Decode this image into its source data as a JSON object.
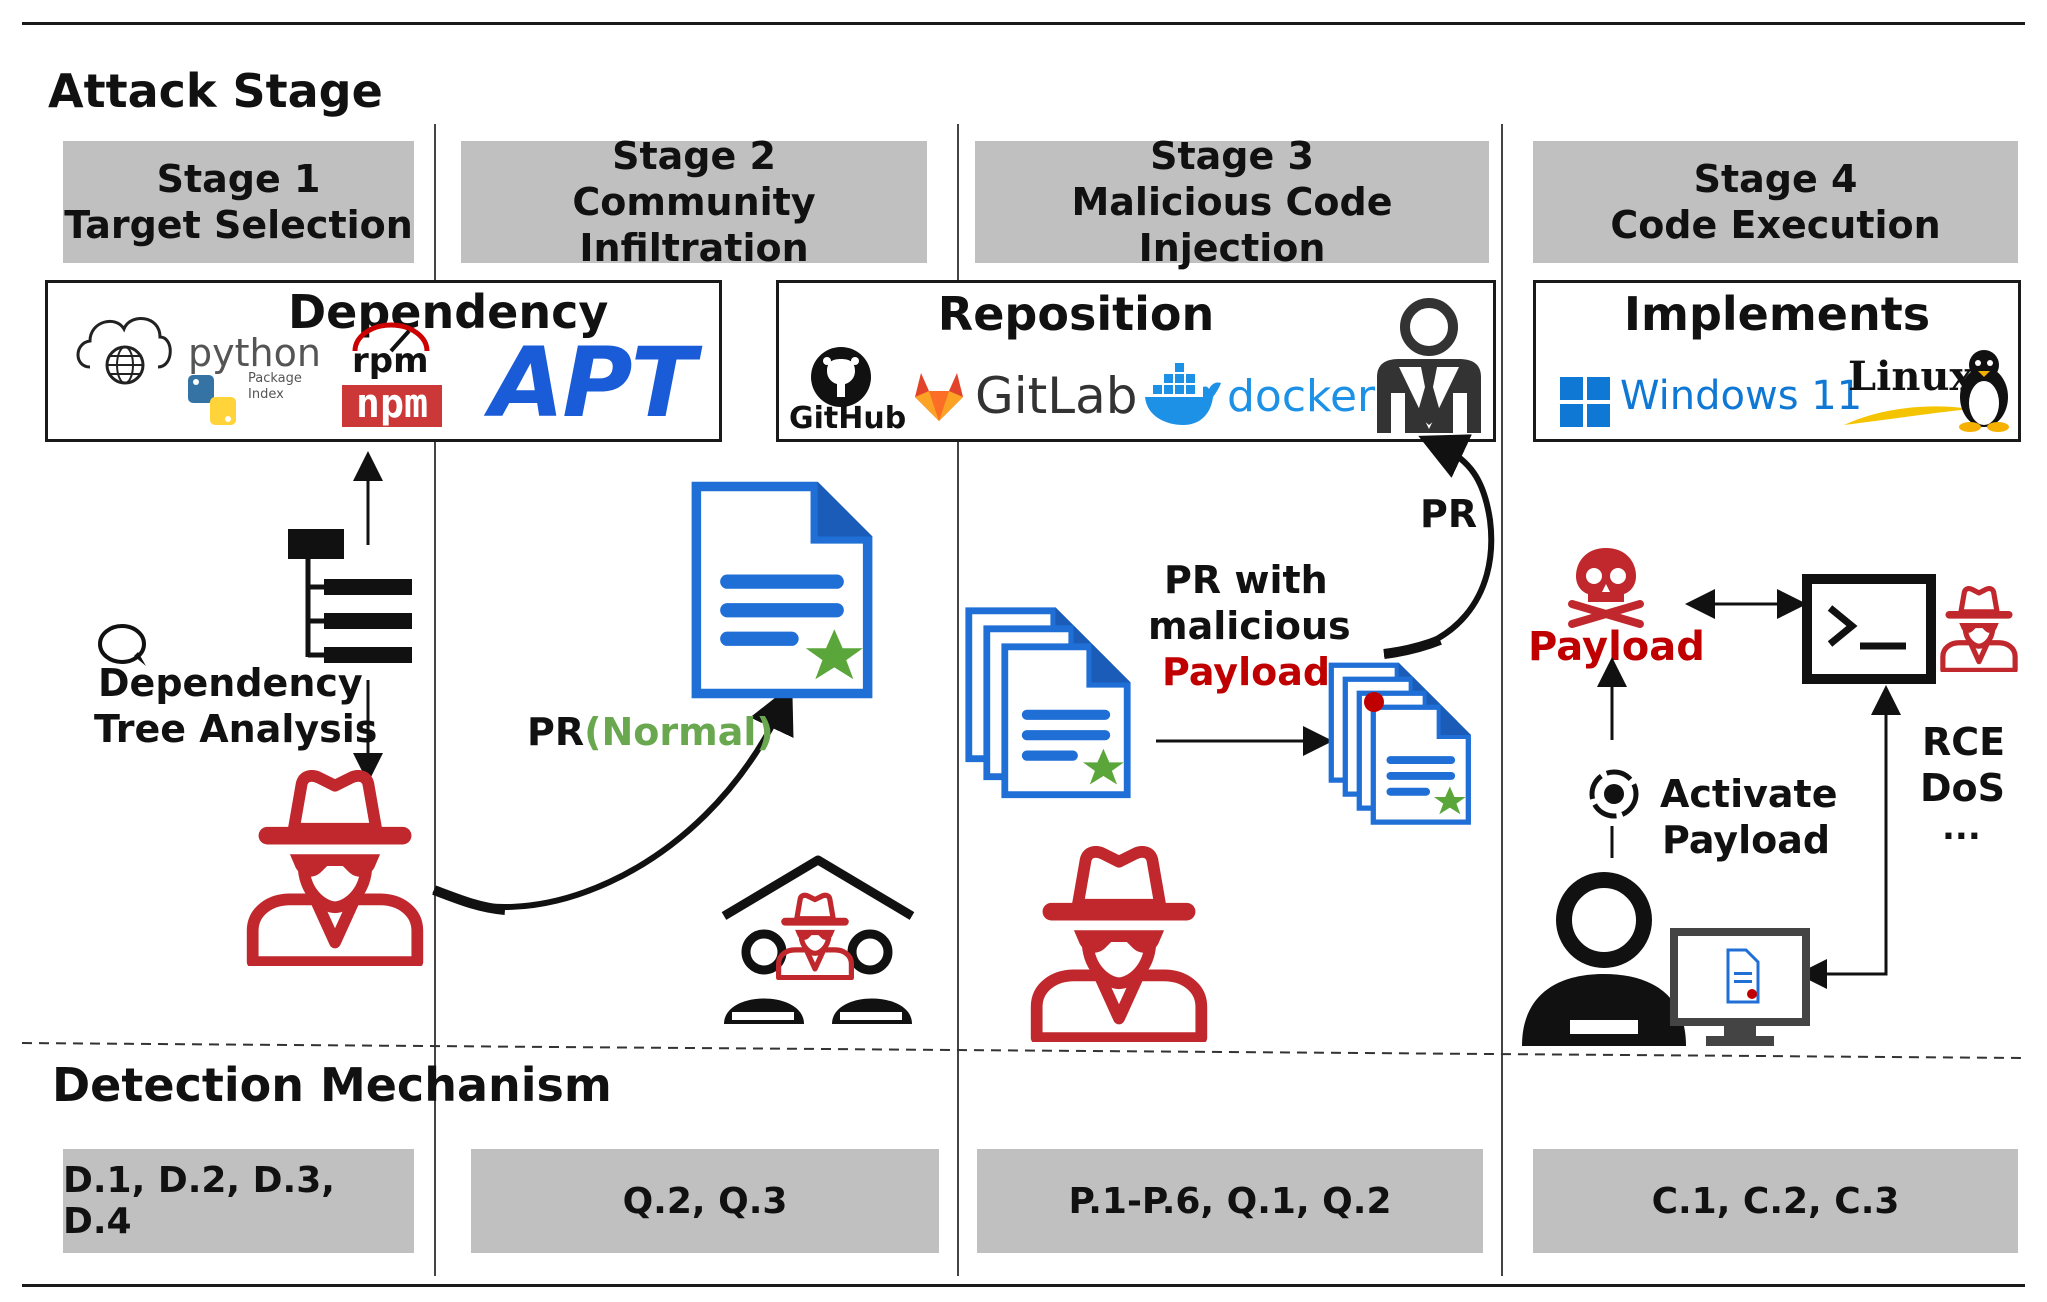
{
  "sections": {
    "attack": "Attack Stage",
    "detection": "Detection Mechanism"
  },
  "stages": [
    {
      "num": "Stage 1",
      "name": "Target Selection"
    },
    {
      "num": "Stage 2",
      "name": "Community Infiltration"
    },
    {
      "num": "Stage 3",
      "name": "Malicious Code Injection"
    },
    {
      "num": "Stage 4",
      "name": "Code Execution"
    }
  ],
  "categories": {
    "dependency": {
      "title": "Dependency",
      "python": "python",
      "python_sub1": "Package",
      "python_sub2": "Index",
      "rpm": "rpm",
      "npm": "npm",
      "apt": "APT"
    },
    "reposition": {
      "title": "Reposition",
      "github": "GitHub",
      "gitlab": "GitLab",
      "docker": "docker"
    },
    "implements": {
      "title": "Implements",
      "windows": "Windows 11",
      "linux": "Linux"
    }
  },
  "labels": {
    "dep_tree_1": "Dependency",
    "dep_tree_2": "Tree Analysis",
    "pr_prefix": "PR",
    "pr_normal": "(Normal)",
    "pr_mal_1": "PR with",
    "pr_mal_2": "malicious",
    "pr_mal_payload": "Payload",
    "pr": "PR",
    "payload": "Payload",
    "activate_1": "Activate",
    "activate_2": "Payload",
    "rce": "RCE",
    "dos": "DoS",
    "ellipsis": "..."
  },
  "detection": [
    "D.1, D.2, D.3, D.4",
    "Q.2, Q.3",
    "P.1-P.6, Q.1, Q.2",
    "C.1, C.2, C.3"
  ],
  "colors": {
    "stage_box": "#c0c0c0",
    "attacker_red": "#c0282d",
    "doc_blue": "#1f6fd6",
    "star_green": "#5aa63a",
    "normal_green": "#6aa84f",
    "payload_red": "#c00000",
    "apt_blue": "#1a5bd8",
    "gitlab_orange": "#e2432a",
    "docker_blue": "#1d91e6",
    "windows_blue": "#0f78d4"
  }
}
